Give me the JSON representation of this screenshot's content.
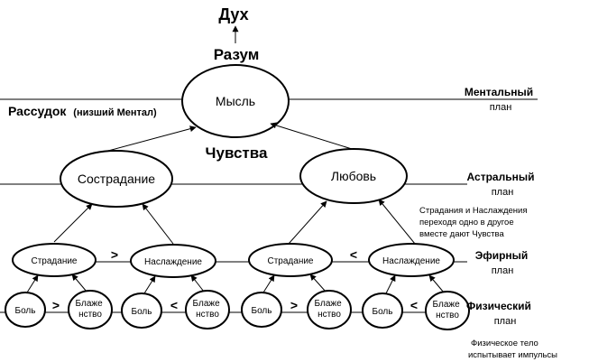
{
  "top": {
    "spirit": "Дух",
    "reason": "Разум",
    "rassudok": "Рассудок",
    "rassudok_note": "(низший Ментал)",
    "feelings": "Чувства"
  },
  "nodes": {
    "thought": "Мысль",
    "compassion": "Сострадание",
    "love": "Любовь",
    "suffering_left": "Страдание",
    "pleasure_left": "Наслаждение",
    "suffering_right": "Страдание",
    "pleasure_right": "Наслаждение",
    "pain_1": "Боль",
    "bliss_1_line1": "Блаже",
    "bliss_1_line2": "нство",
    "pain_2": "Боль",
    "bliss_2_line1": "Блаже",
    "bliss_2_line2": "нство",
    "pain_3": "Боль",
    "bliss_3_line1": "Блаже",
    "bliss_3_line2": "нство",
    "pain_4": "Боль",
    "bliss_4_line1": "Блаже",
    "bliss_4_line2": "нство"
  },
  "operators": {
    "etheric_left": ">",
    "etheric_right": "<",
    "physical_1": ">",
    "physical_2": "<",
    "physical_3": ">",
    "physical_4": "<"
  },
  "planes": {
    "mental": "Ментальный",
    "mental_sub": "план",
    "astral": "Астральный",
    "astral_sub": "план",
    "etheric": "Эфирный",
    "etheric_sub": "план",
    "physical": "Физический",
    "physical_sub": "план"
  },
  "notes": {
    "astral_line1": "Страдания и Наслаждения",
    "astral_line2": "переходя одно в другое",
    "astral_line3": "вместе дают Чувства",
    "physical_line1": "Физическое тело",
    "physical_line2": "испытывает импульсы"
  }
}
